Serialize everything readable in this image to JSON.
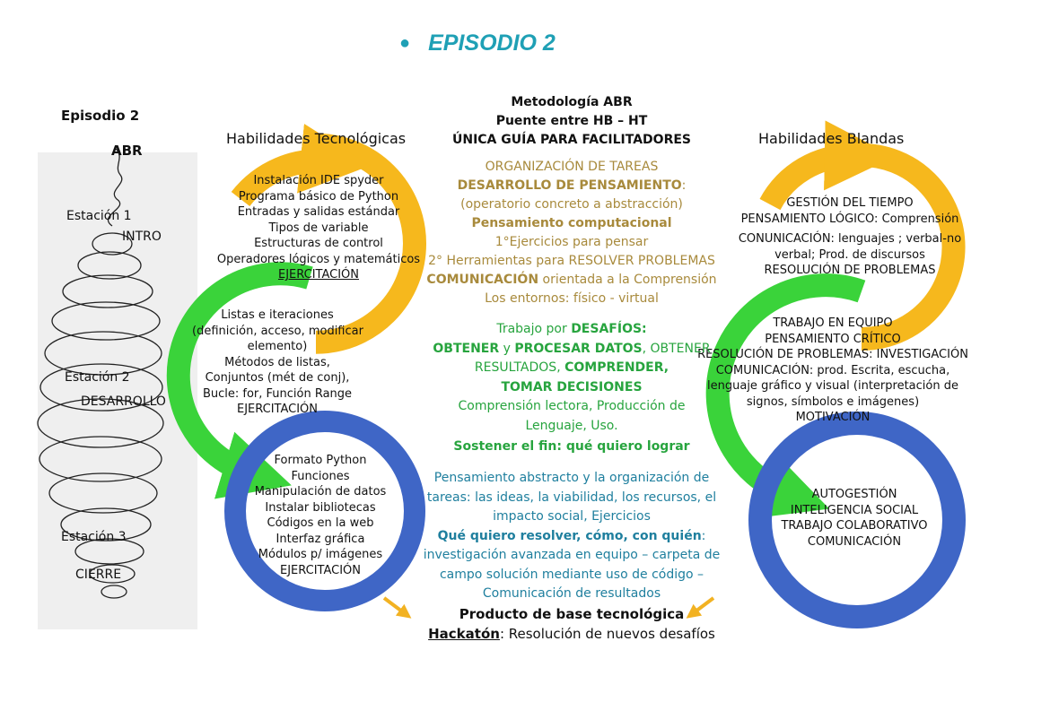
{
  "heading": {
    "bullet": "●",
    "title": "EPISODIO 2"
  },
  "spiral": {
    "title": "Episodio 2",
    "subtitle": "ABR",
    "station1": "Estación 1",
    "station1_sub": "INTRO",
    "station2": "Estación 2",
    "station2_sub": "DESARROLLO",
    "station3": "Estación 3",
    "station3_sub": "CIERRE"
  },
  "tech": {
    "title": "Habilidades Tecnológicas",
    "yellow_items": [
      "Instalación IDE spyder",
      "Programa básico de Python",
      "Entradas y salidas estándar",
      "Tipos de variable",
      "Estructuras de control",
      "Operadores lógicos y matemáticos"
    ],
    "yellow_exercise": "EJERCITACIÓN",
    "green_items": [
      "Listas e iteraciones",
      "(definición, acceso, modificar",
      "elemento)",
      "Métodos de listas,",
      "Conjuntos (mét de conj),",
      "Bucle: for, Función Range"
    ],
    "green_exercise": "EJERCITACIÓN",
    "blue_items": [
      "Formato Python",
      "Funciones",
      "Manipulación de datos",
      "Instalar bibliotecas",
      "Códigos en la web",
      "Interfaz gráfica",
      "Módulos p/ imágenes"
    ],
    "blue_exercise": "EJERCITACIÓN"
  },
  "soft": {
    "title": "Habilidades Blandas",
    "yellow_items": [
      "GESTIÓN DEL TIEMPO",
      "PENSAMIENTO LÓGICO: Comprensión",
      "CONUNICACIÓN: lenguajes ; verbal-no",
      "verbal; Prod. de discursos",
      "RESOLUCIÓN DE PROBLEMAS"
    ],
    "green_items": [
      "TRABAJO EN EQUIPO",
      "PENSAMIENTO CRÍTICO",
      "RESOLUCIÓN DE PROBLEMAS: INVESTIGACIÓN",
      "COMUNICACIÓN: prod. Escrita,  escucha,",
      "lenguaje gráfico y visual (interpretación de",
      "signos, símbolos e imágenes)",
      "MOTIVACIÓN"
    ],
    "blue_items": [
      "AUTOGESTIÓN",
      "INTELIGENCIA SOCIAL",
      "TRABAJO COLABORATIVO",
      "COMUNICACIÓN"
    ]
  },
  "center": {
    "h1": "Metodología  ABR",
    "h2": "Puente entre HB – HT",
    "h3": "ÚNICA GUÍA PARA FACILITADORES",
    "l1": "ORGANIZACIÓN DE TAREAS",
    "l2a": "DESARROLLO DE PENSAMIENTO",
    "l2b": ":",
    "l3": "(operatorio concreto a abstracción)",
    "l4": "Pensamiento computacional",
    "l5": "1°Ejercicios para pensar",
    "l6": "2° Herramientas para RESOLVER PROBLEMAS",
    "l7a": "COMUNICACIÓN",
    "l7b": " orientada a la Comprensión",
    "l8": "Los entornos:  físico - virtual",
    "g1a": "Trabajo por ",
    "g1b": "DESAFÍOS:",
    "g2a": "OBTENER",
    "g2b": " y ",
    "g2c": "PROCESAR DATOS",
    "g2d": ", OBTENER",
    "g3a": "RESULTADOS, ",
    "g3b": "COMPRENDER,",
    "g4": "TOMAR DECISIONES",
    "g5": "Comprensión lectora, Producción de",
    "g6": "Lenguaje, Uso.",
    "g7": "Sostener el fin: qué quiero lograr",
    "b1": "Pensamiento abstracto y la organización de",
    "b2": "tareas: las ideas, la viabilidad, los recursos, el",
    "b3": "impacto social, Ejercicios",
    "b4a": "Qué quiero resolver, cómo, con quién",
    "b4b": ":",
    "b5": "investigación avanzada en equipo – carpeta de",
    "b6": "campo solución mediante uso de código –",
    "b7": "Comunicación de resultados",
    "product": "Producto de base tecnológica",
    "hack_a": "Hackatón",
    "hack_b": ": Resolución de nuevos desafíos"
  },
  "colors": {
    "title": "#1fa0b5",
    "yellow": "#f6b81d",
    "green": "#3ad33a",
    "blue": "#3f66c6",
    "arrow": "#f2b222"
  }
}
